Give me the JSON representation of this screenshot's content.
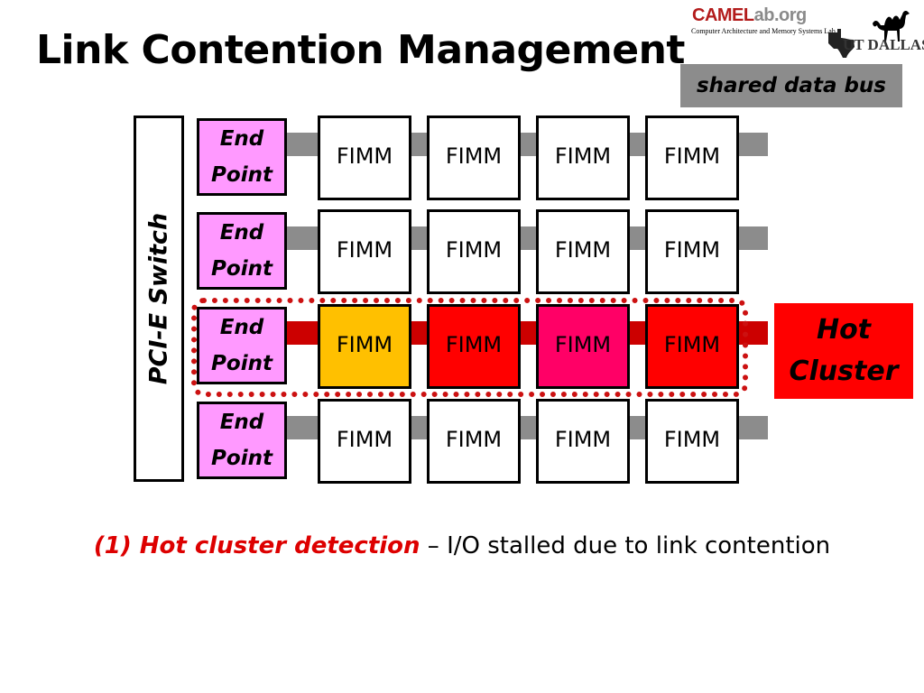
{
  "title": "Link Contention Management",
  "logo": {
    "camel_part1": "CAMEL",
    "camel_part2": "ab.org",
    "lab_name": "Computer Architecture and Memory Systems Lab",
    "university": "UT DALLAS"
  },
  "bus_label": "shared data bus",
  "switch_label": "PCI-E Switch",
  "rows": [
    {
      "endpoint": "End\nPoint",
      "fimms": [
        "FIMM",
        "FIMM",
        "FIMM",
        "FIMM"
      ],
      "hot": false,
      "fimm_colors": [
        "#ffffff",
        "#ffffff",
        "#ffffff",
        "#ffffff"
      ]
    },
    {
      "endpoint": "End\nPoint",
      "fimms": [
        "FIMM",
        "FIMM",
        "FIMM",
        "FIMM"
      ],
      "hot": false,
      "fimm_colors": [
        "#ffffff",
        "#ffffff",
        "#ffffff",
        "#ffffff"
      ]
    },
    {
      "endpoint": "End\nPoint",
      "fimms": [
        "FIMM",
        "FIMM",
        "FIMM",
        "FIMM"
      ],
      "hot": true,
      "fimm_colors": [
        "#ffc000",
        "#ff0000",
        "#ff0066",
        "#ff0000"
      ]
    },
    {
      "endpoint": "End\nPoint",
      "fimms": [
        "FIMM",
        "FIMM",
        "FIMM",
        "FIMM"
      ],
      "hot": false,
      "fimm_colors": [
        "#ffffff",
        "#ffffff",
        "#ffffff",
        "#ffffff"
      ]
    }
  ],
  "hot_cluster_label": "Hot\nCluster",
  "caption": {
    "emphasis": "(1) Hot cluster detection",
    "rest": " – I/O stalled due to link contention"
  }
}
